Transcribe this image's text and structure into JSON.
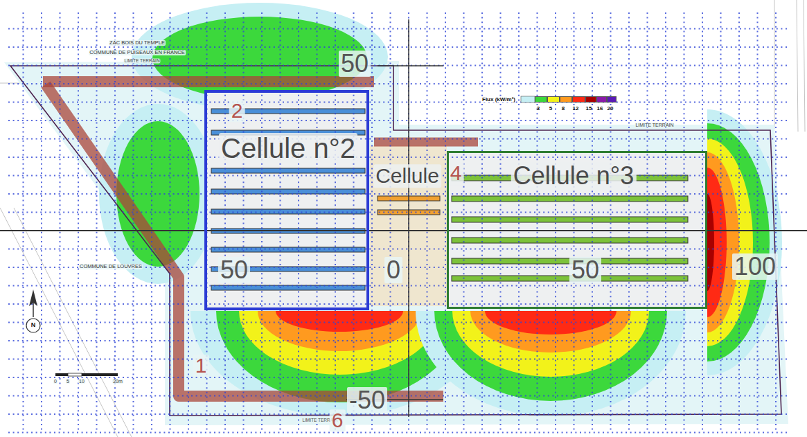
{
  "diagram": {
    "nodes": [
      {
        "text": [
          "Cellule n°2"
        ]
      },
      {
        "text": [
          "Cellule",
          "4"
        ]
      },
      {
        "text": [
          "Cellule n°3"
        ]
      }
    ],
    "labels": [
      "ZAC BOIS DU TEMPLE",
      "COMMUNE DE PUISEAUX EN FRANCE",
      "LIMITE TERRAIN",
      "LIMITE TERRAIN",
      "LIMITE TERRAIN",
      "COMMUNE DE LOUVRES",
      "Flux (kW/m²)",
      "50",
      "-50",
      "50",
      "0",
      "50",
      "100",
      "2",
      "1",
      "6",
      "N",
      "0",
      "5",
      "10",
      "20m"
    ],
    "legend": [
      {
        "text": "3",
        "color": "#3cd83c"
      },
      {
        "text": "5",
        "color": "#f2f21a"
      },
      {
        "text": "8",
        "color": "#ff9a1f"
      },
      {
        "text": "12",
        "color": "#ff2a14"
      },
      {
        "text": "15",
        "color": "#a80000"
      },
      {
        "text": "16",
        "color": "#8a1aa8"
      },
      {
        "text": "20",
        "color": "#5a1ab4"
      }
    ]
  }
}
